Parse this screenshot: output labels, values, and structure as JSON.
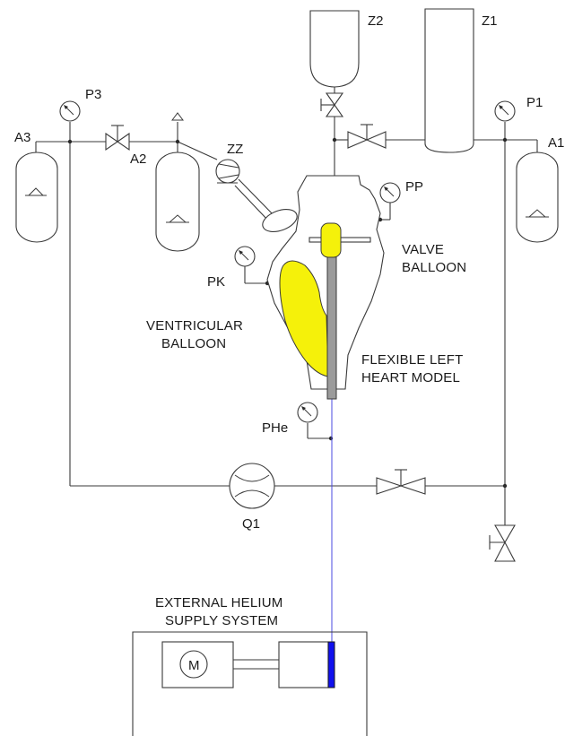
{
  "labels": {
    "z2": "Z2",
    "z1": "Z1",
    "p3": "P3",
    "p1": "P1",
    "a3": "A3",
    "a2": "A2",
    "a1": "A1",
    "zz": "ZZ",
    "pp": "PP",
    "pk": "PK",
    "phe": "PHe",
    "q1": "Q1",
    "m": "M",
    "valve_balloon": [
      "VALVE",
      "BALLOON"
    ],
    "ventricular_balloon": [
      "VENTRICULAR",
      "BALLOON"
    ],
    "heart_model": [
      "FLEXIBLE LEFT",
      "HEART MODEL"
    ],
    "helium_system": [
      "EXTERNAL HELIUM",
      "SUPPLY SYSTEM"
    ]
  },
  "colors": {
    "balloon_fill": "#f5f10a",
    "helium_line": "#4a4ae0",
    "piston": "#1010ee",
    "catheter": "#9b9b9b",
    "line": "#3a3a3a"
  }
}
